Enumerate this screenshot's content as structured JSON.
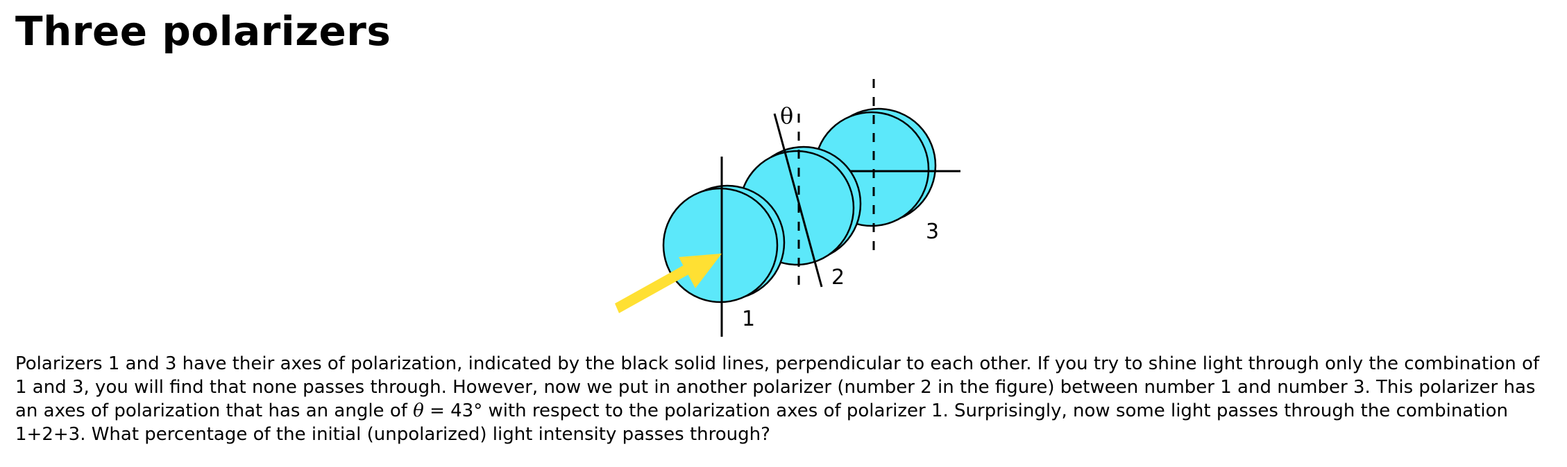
{
  "title": "Three polarizers",
  "figure": {
    "labels": {
      "polarizer_1": "1",
      "polarizer_2": "2",
      "polarizer_3": "3",
      "angle_symbol": "θ"
    },
    "colors": {
      "polarizer_fill": "#5ce8fa",
      "light_arrow": "#ffe033",
      "axis_line": "#000000"
    }
  },
  "problem": {
    "line1": "Polarizers 1 and 3 have their axes of polarization, indicated by the black solid lines, perpendicular to each other. If you try to shine light through only the combination of",
    "line2": "1 and 3, you will find that none passes through. However, now we put in another polarizer (number 2 in the figure) between number 1 and number 3. This polarizer has",
    "line3_before": "an axes of polarization that has an angle of ",
    "theta_symbol": "θ",
    "line3_after": " = 43° with respect to the polarization axes of polarizer 1. Surprisingly, now some light passes through the combination",
    "line4": "1+2+3. What percentage of the initial (unpolarized) light intensity passes through?"
  }
}
